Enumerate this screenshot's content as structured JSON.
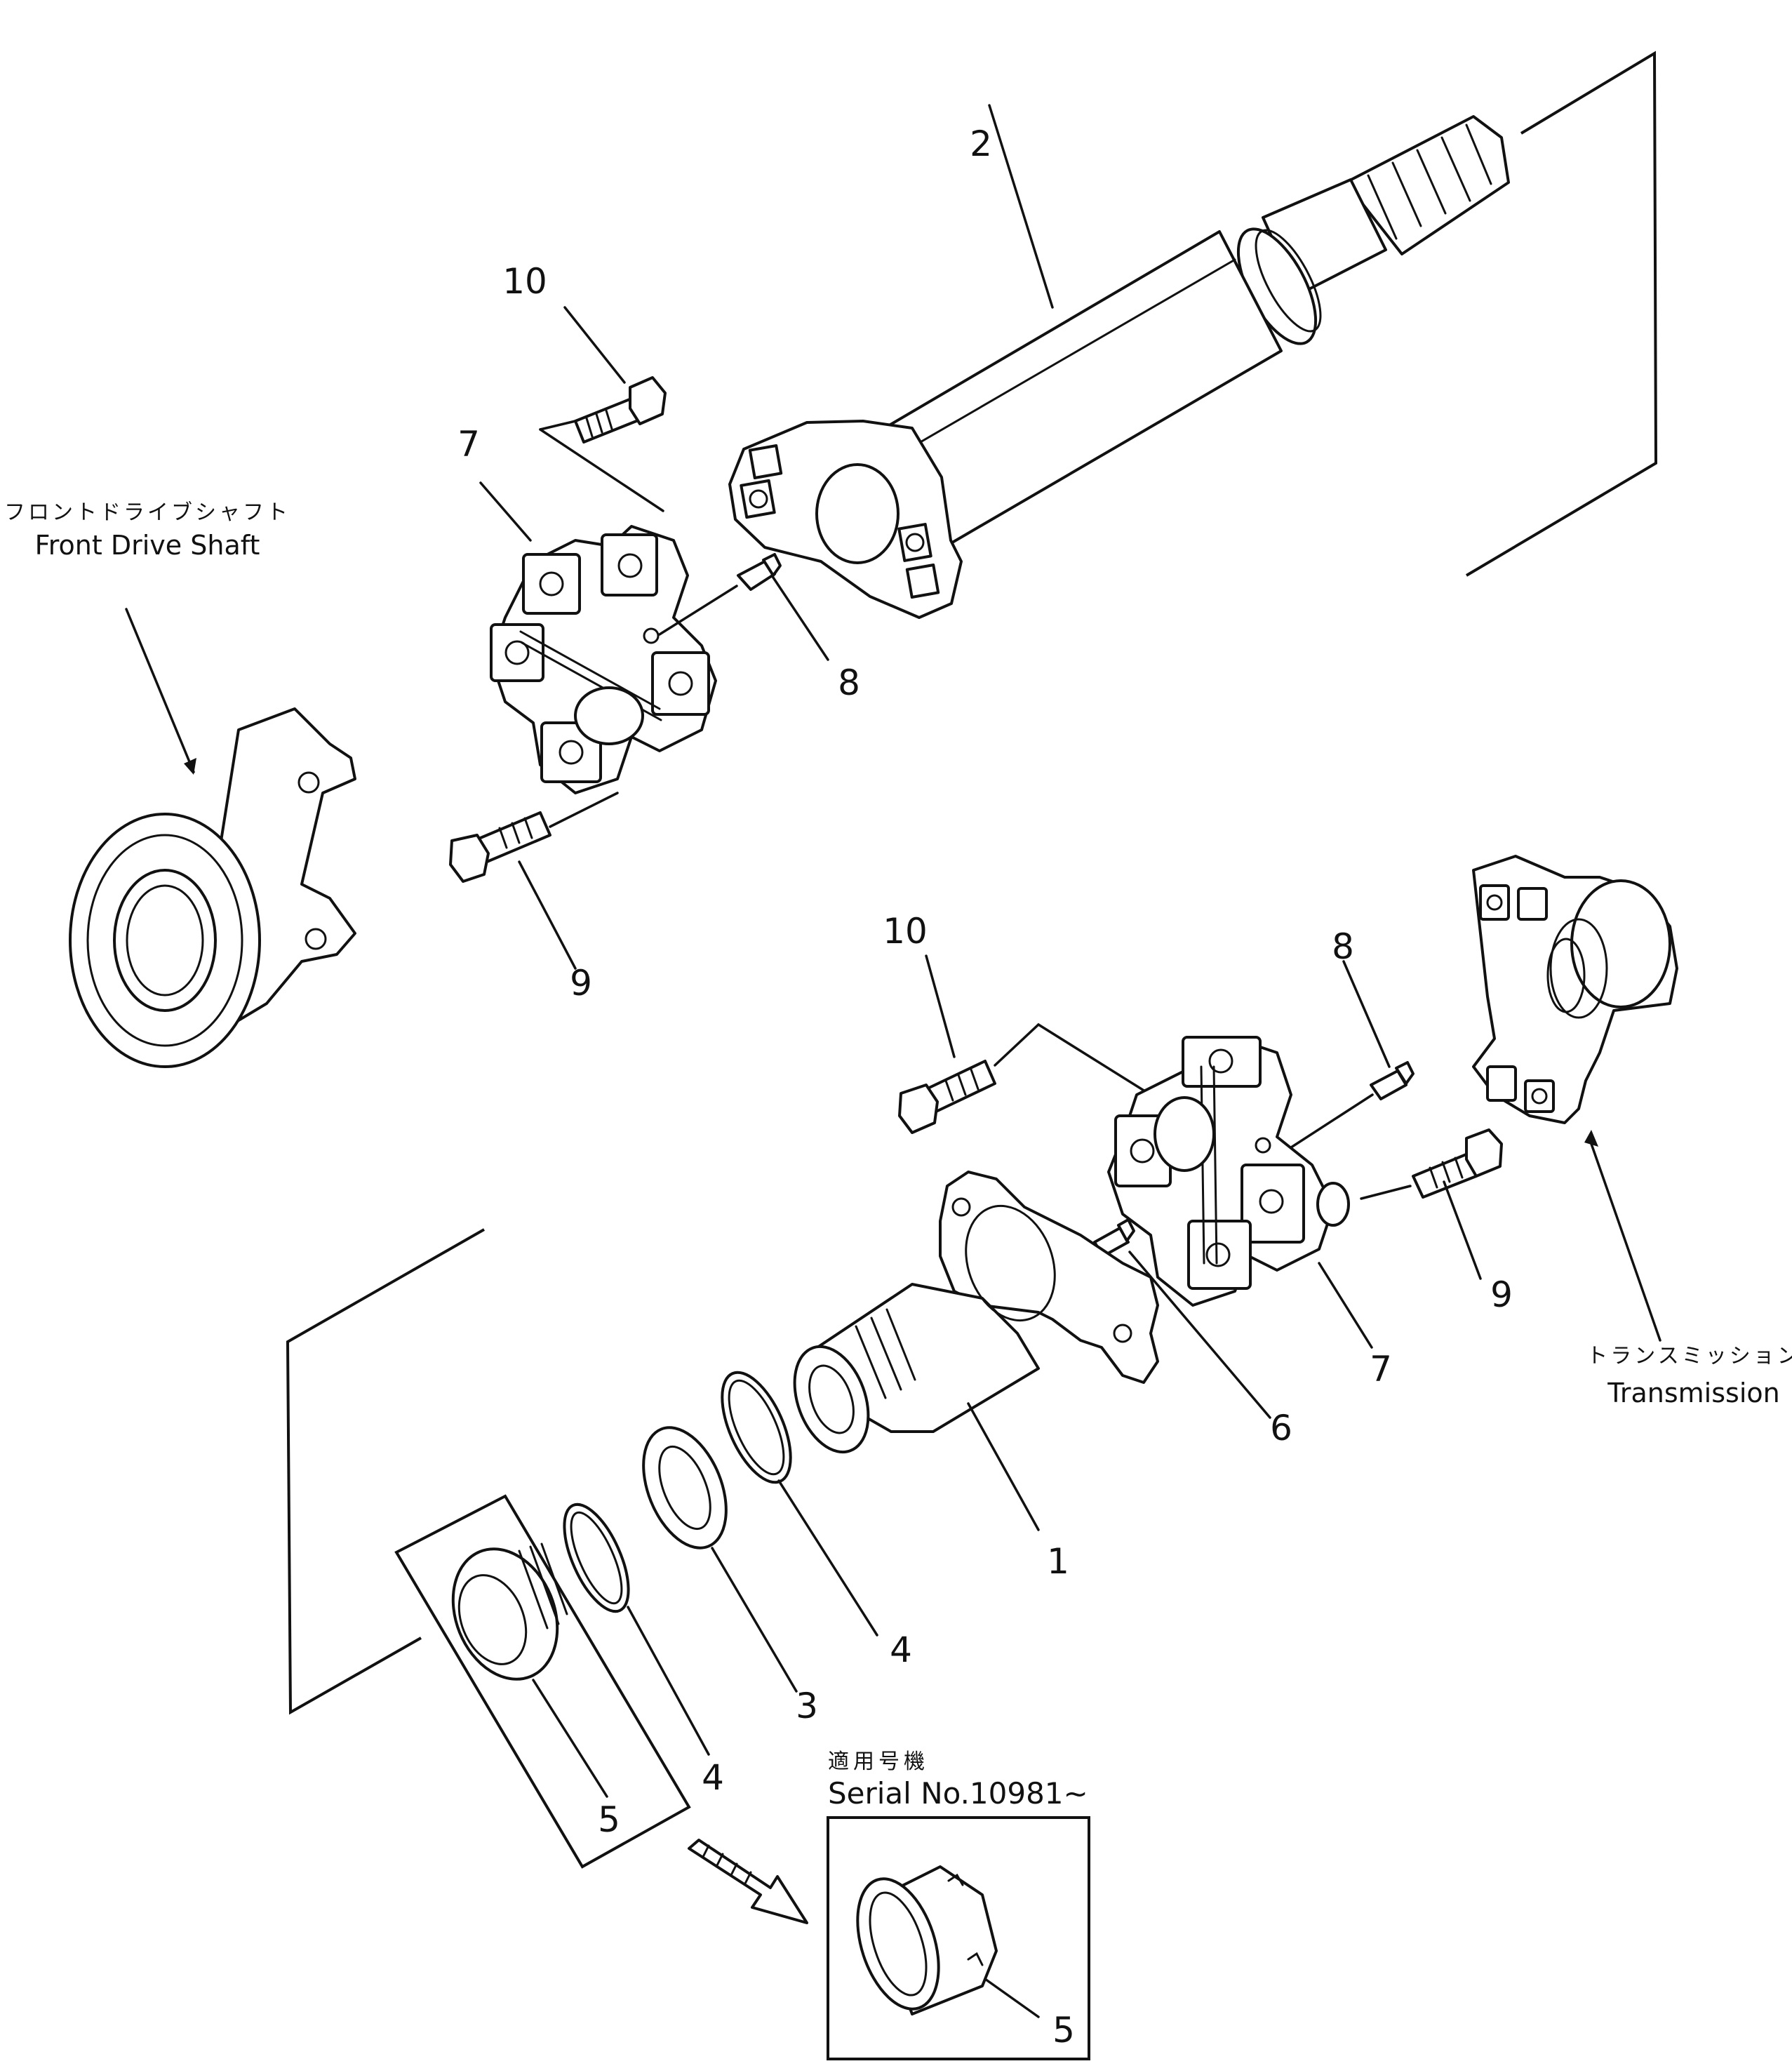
{
  "labels": {
    "front_drive_shaft_jp": "フロントドライブシャフト",
    "front_drive_shaft_en": "Front Drive Shaft",
    "transmission_jp": "トランスミッション",
    "transmission_en": "Transmission",
    "serial_jp": "適用号機",
    "serial_en": "Serial  No.10981~"
  },
  "callouts": {
    "c2": "2",
    "c10_top": "10",
    "c7_top": "7",
    "c8_top": "8",
    "c9_top": "9",
    "c10_mid": "10",
    "c8_mid": "8",
    "c9_mid": "9",
    "c7_mid": "7",
    "c6": "6",
    "c1": "1",
    "c4_a": "4",
    "c3": "3",
    "c4_b": "4",
    "c5": "5",
    "c5_inset": "5"
  }
}
